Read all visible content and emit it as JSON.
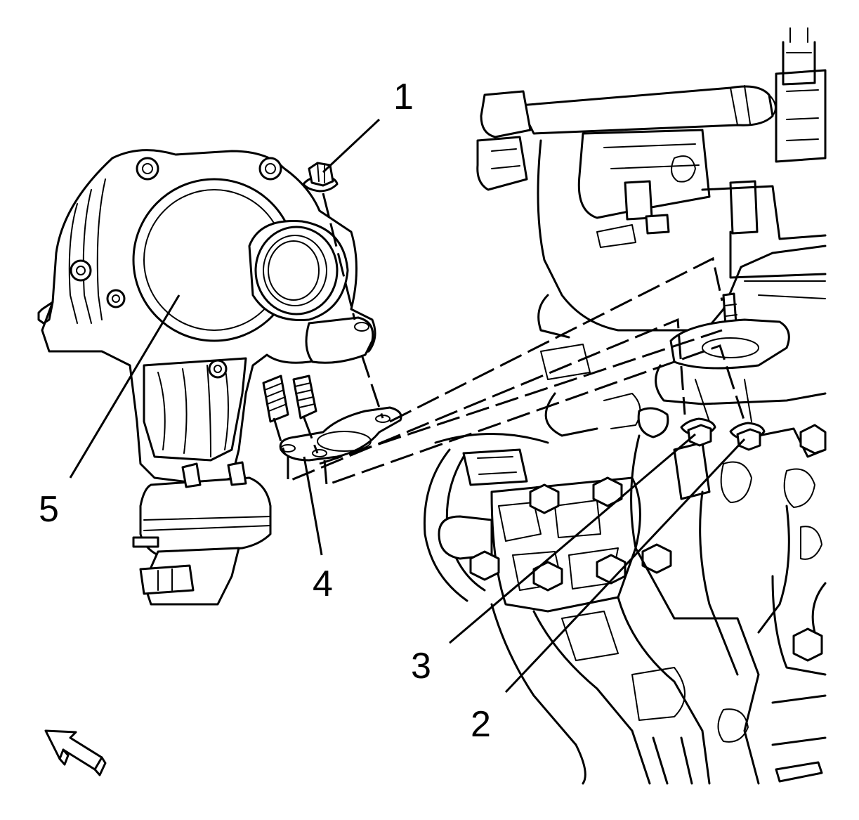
{
  "diagram": {
    "callouts": [
      {
        "id": "callout-1",
        "label": "1",
        "part": "nut"
      },
      {
        "id": "callout-2",
        "label": "2",
        "part": "nut"
      },
      {
        "id": "callout-3",
        "label": "3",
        "part": "nut"
      },
      {
        "id": "callout-4",
        "label": "4",
        "part": "gasket"
      },
      {
        "id": "callout-5",
        "label": "5",
        "part": "assembly"
      }
    ],
    "front_indicator": "arrow-icon",
    "line_color": "#000000",
    "background": "#ffffff"
  }
}
